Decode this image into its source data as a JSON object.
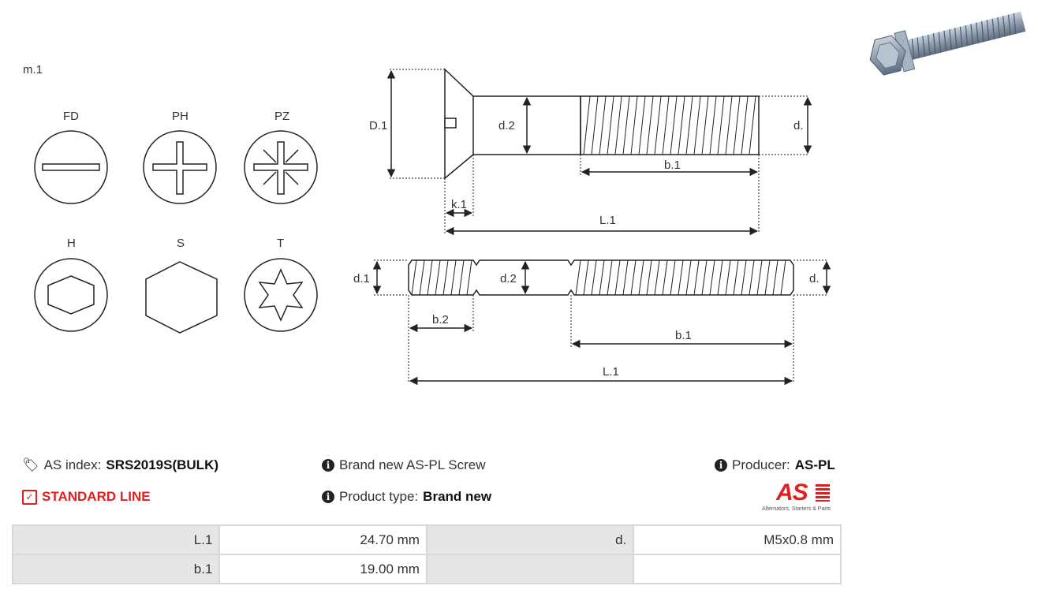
{
  "diagram": {
    "variant_label": "m.1",
    "heads": [
      {
        "code": "FD",
        "icon": "slotted-drive-icon"
      },
      {
        "code": "PH",
        "icon": "phillips-drive-icon"
      },
      {
        "code": "PZ",
        "icon": "pozidriv-drive-icon"
      },
      {
        "code": "H",
        "icon": "hex-socket-drive-icon"
      },
      {
        "code": "S",
        "icon": "hex-head-icon"
      },
      {
        "code": "T",
        "icon": "torx-drive-icon"
      }
    ],
    "screw_dims": {
      "D1": "D.1",
      "d2": "d.2",
      "d": "d.",
      "b1": "b.1",
      "k1": "k.1",
      "L1": "L.1"
    },
    "stud_dims": {
      "d1": "d.1",
      "d2": "d.2",
      "d": "d.",
      "b2": "b.2",
      "b1": "b.1",
      "L1": "L.1"
    }
  },
  "product": {
    "as_index_label": "AS index:",
    "as_index_value": "SRS2019S(BULK)",
    "line_label": "STANDARD LINE",
    "description": "Brand new AS-PL Screw",
    "product_type_label": "Product type:",
    "product_type_value": "Brand new",
    "producer_label": "Producer:",
    "producer_value": "AS-PL",
    "logo_text": "AS",
    "logo_tagline": "Alternators, Starters & Parts"
  },
  "specs": [
    {
      "key1": "L.1",
      "val1": "24.70 mm",
      "key2": "d.",
      "val2": "M5x0.8 mm"
    },
    {
      "key1": "b.1",
      "val1": "19.00 mm",
      "key2": "",
      "val2": ""
    }
  ],
  "colors": {
    "accent_red": "#e02020",
    "table_key_bg": "#e6e6e6",
    "table_border": "#d8d8d8"
  }
}
